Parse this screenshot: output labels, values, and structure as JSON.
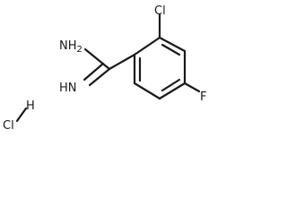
{
  "structure": {
    "atoms": {
      "amine": "NH2",
      "amine_main": "NH",
      "amine_sub": "2",
      "imine": "HN",
      "chlorine_ring": "Cl",
      "fluorine": "F",
      "hcl_h": "H",
      "hcl_cl": "Cl"
    }
  }
}
